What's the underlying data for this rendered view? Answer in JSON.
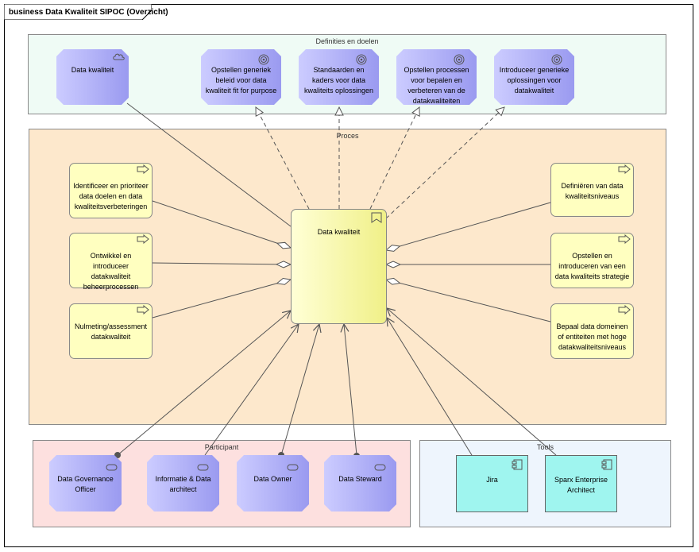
{
  "title": "business Data Kwaliteit SIPOC (Overzicht)",
  "groups": {
    "definities": "Definities en doelen",
    "proces": "Proces",
    "participant": "Participant",
    "tools": "Tools"
  },
  "goals": [
    {
      "label": "Data kwaliteit",
      "icon": "cloud-icon"
    },
    {
      "label": "Opstellen generiek beleid voor data kwaliteit fit for purpose",
      "icon": "target-icon"
    },
    {
      "label": "Standaarden en kaders voor data kwaliteits oplossingen",
      "icon": "target-icon"
    },
    {
      "label": "Opstellen processen voor bepalen en verbeteren van de datakwaliteiten",
      "icon": "target-icon"
    },
    {
      "label": "Introduceer generieke oplossingen voor datakwaliteit",
      "icon": "target-icon"
    }
  ],
  "processes_left": [
    "Identificeer en prioriteer data doelen en data kwaliteitsverbeteringen",
    "Ontwikkel en introduceer datakwaliteit beheerprocessen",
    "Nulmeting/assessment datakwaliteit"
  ],
  "processes_right": [
    "Definiëren van data kwaliteitsniveaus",
    "Opstellen en introduceren van een data kwaliteits strategie",
    "Bepaal data domeinen of entiteiten met hoge datakwaliteitsniveaus"
  ],
  "center": {
    "label": "Data kwaliteit",
    "icon": "value-stream-icon"
  },
  "participants": [
    "Data Governance Officer",
    "Informatie & Data architect",
    "Data Owner",
    "Data Steward"
  ],
  "tools": [
    "Jira",
    "Sparx Enterprise Architect"
  ],
  "colors": {
    "goal_fill": "#b3b3ff",
    "process_fill": "#ffffc0",
    "definities_bg": "#effbf5",
    "proces_bg": "#fde8cc",
    "participant_bg": "#fde0df",
    "tools_bg": "#eef5fd",
    "tool_fill": "#9ff5ef"
  }
}
